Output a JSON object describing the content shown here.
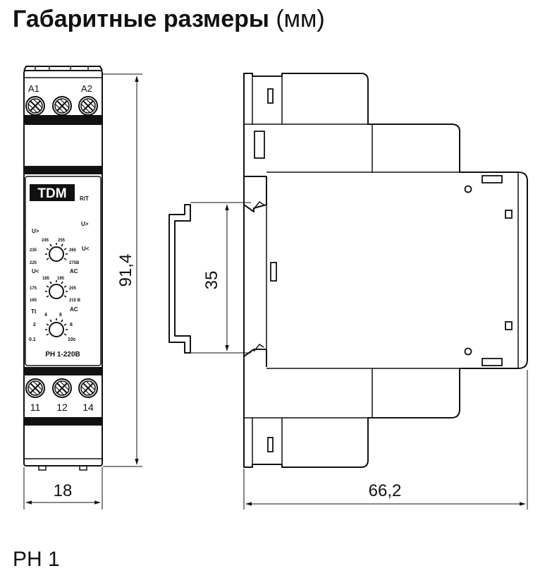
{
  "title": {
    "bold": "Габаритные размеры",
    "unit": "(мм)"
  },
  "caption": "РН 1",
  "front": {
    "terminals_top": [
      "A1",
      "A2"
    ],
    "terminals_bottom": [
      "11",
      "12",
      "14"
    ],
    "brand": "TDM",
    "brand_sub": "R/T",
    "label_u_gt_left": "U>",
    "label_u_gt_right": "U>",
    "label_u_lt_right": "U<",
    "knob1_scale": [
      "235",
      "245",
      "255",
      "265",
      "225",
      "275B"
    ],
    "label_u_lt_left": "U<",
    "label_ac_1": "AC",
    "knob2_scale": [
      "175",
      "185",
      "195",
      "205",
      "165",
      "215 B"
    ],
    "label_ac_2": "AC",
    "label_tt": "Tt",
    "knob3_scale": [
      "2",
      "4",
      "6",
      "8",
      "0.1",
      "10c"
    ],
    "model": "РН 1-220В"
  },
  "dimensions": {
    "height": "91,4",
    "width": "18",
    "rail": "35",
    "depth": "66,2"
  }
}
